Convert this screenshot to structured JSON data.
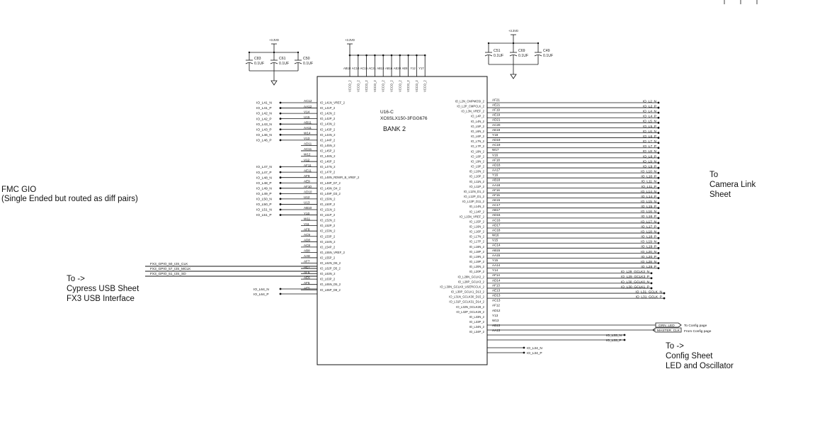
{
  "chip": {
    "refdes": "U16-C",
    "part": "XC6SLX150-3FGG676",
    "bank": "BANK 2"
  },
  "vcco_pins": [
    "AB18",
    "AC10",
    "AC15",
    "AC21",
    "AB13",
    "AB16",
    "AE20",
    "AE8",
    "Y12",
    "Y17"
  ],
  "vcco_names": [
    "VCCO_2",
    "VCCO_2",
    "VCCO_2",
    "VCCO_2",
    "VCCO_2",
    "VCCO_2",
    "VCCO_2",
    "VCCO_2",
    "VCCO_2",
    "VCCO_2"
  ],
  "vcco_rail": "+3.3VD",
  "caps_left": {
    "rail": "+3.3VD",
    "items": [
      {
        "ref": "C83",
        "val": "0.1UF"
      },
      {
        "ref": "C61",
        "val": "0.1UF"
      },
      {
        "ref": "C50",
        "val": "0.1UF"
      }
    ]
  },
  "caps_right": {
    "rail": "+3.3VD",
    "items": [
      {
        "ref": "C51",
        "val": "0.1UF"
      },
      {
        "ref": "C69",
        "val": "0.1UF"
      },
      {
        "ref": "C49",
        "val": "0.1UF"
      }
    ]
  },
  "left_nets": [
    "IO_L41_N",
    "IO_L41_P",
    "IO_L42_N",
    "IO_L42_P",
    "IO_L43_N",
    "IO_L43_P",
    "IO_L46_N",
    "IO_L46_P",
    "IO_L47_N",
    "IO_L47_P",
    "IO_L48_N",
    "IO_L48_P",
    "IO_L49_N",
    "IO_L49_P",
    "IO_L50_N",
    "IO_L50_P",
    "IO_L51_N",
    "IO_L51_P"
  ],
  "left_pins": [
    "AC12",
    "AA12",
    "V14",
    "U15",
    "AB11",
    "AA11",
    "W14",
    "V13",
    "AD11",
    "AC11",
    "W12",
    "V12",
    "AF11",
    "AE11",
    "AF9",
    "AE9",
    "AF10",
    "AD10",
    "U12",
    "U13",
    "AB10",
    "Y10",
    "W11",
    "V11",
    "AF8",
    "AC9",
    "AD8",
    "AC8",
    "AB8",
    "AA8",
    "AF7",
    "AE7",
    "AF6",
    "AE6",
    "AF5",
    "AE5"
  ],
  "left_funcs": [
    "IO_L41N_VREF_2",
    "IO_L41P_2",
    "IO_L42N_2",
    "IO_L42P_2",
    "IO_L43N_2",
    "IO_L43P_2",
    "IO_L44N_2",
    "IO_L44P_2",
    "IO_L45N_2",
    "IO_L45P_2",
    "IO_L46N_2",
    "IO_L46P_2",
    "IO_L47N_2",
    "IO_L47P_2",
    "IO_L48N_RDWR_B_VREF_2",
    "IO_L48P_D7_2",
    "IO_L49N_D4_2",
    "IO_L49P_D3_2",
    "IO_L50N_2",
    "IO_L50P_2",
    "IO_L51N_2",
    "IO_L51P_2",
    "IO_L52N_2",
    "IO_L52P_2",
    "IO_L53N_2",
    "IO_L53P_2",
    "IO_L54N_2",
    "IO_L54P_2",
    "IO_L55N_VREF_2",
    "IO_L55P_2",
    "IO_L62N_D6_2",
    "IO_L62P_D5_2",
    "IO_L63N_2",
    "IO_L63P_2",
    "IO_L65N_D5_2",
    "IO_L65P_D8_2"
  ],
  "gpio_nets": [
    "FX3_GPIO_50_I2S_CLK",
    "FX3_GPIO_57_I2S_MCLK",
    "FX3_GPIO_51_I2S_SD"
  ],
  "extra_left_nets": [
    "IO_L64_N",
    "IO_L64_P"
  ],
  "right_pins": [
    "AF21",
    "AE21",
    "AF19",
    "AE19",
    "AD21",
    "AC20",
    "AE19",
    "Y18",
    "AD19",
    "AC19",
    "W17",
    "V16",
    "AF18",
    "AD18",
    "AA17",
    "Y16",
    "AB18",
    "AA18",
    "AF16",
    "AF15",
    "AE15",
    "AC17",
    "AB17",
    "AD16",
    "AC16",
    "AD17",
    "AC18",
    "W16",
    "V15",
    "AC14",
    "AB15",
    "AA15",
    "Y15",
    "AA14",
    "Y14",
    "AF14",
    "AD14",
    "AF13",
    "AE13",
    "AD13",
    "AC13",
    "AF12",
    "AD12",
    "Y13",
    "W13",
    "AB13",
    "AA13"
  ],
  "right_funcs": [
    "IO_L2N_CMPMOSI_2",
    "IO_L2P_CMPCLK_2",
    "IO_L3N_VREF_2",
    "IO_L4P_2",
    "IO_L4N_2",
    "IO_L5P_2",
    "IO_L6N_2",
    "IO_L6P_2",
    "IO_L7N_2",
    "IO_L7P_2",
    "IO_L8N_2",
    "IO_L8P_2",
    "IO_L9N_2",
    "IO_L9P_2",
    "IO_L10N_2",
    "IO_L10P_2",
    "IO_L11N_2",
    "IO_L11P_2",
    "IO_L12N_D1_2",
    "IO_L12P_D1_2",
    "IO_L13P_D11_2",
    "IO_L14N_2",
    "IO_L14P_2",
    "IO_L15N_VREF_2",
    "IO_L15P_2",
    "IO_L16N_2",
    "IO_L16P_2",
    "IO_L17N_2",
    "IO_L17P_2",
    "IO_L18N_2",
    "IO_L18P_2",
    "IO_L19N_2",
    "IO_L19P_2",
    "IO_L20N_2",
    "IO_L20P_2",
    "IO_L28N_GCLK2_2",
    "IO_L28P_GCLK3_2",
    "IO_L30N_GCLK0_USERCCLK_2",
    "IO_L30P_GCLK1_D13_2",
    "IO_L31N_GCLK30_D15_2",
    "IO_L31P_GCLK31_D14_2",
    "IO_L32N_GCLK28_2",
    "IO_L32P_GCLK29_2",
    "IO_L33N_2",
    "IO_L33P_2",
    "IO_L34N_2",
    "IO_L34P_2"
  ],
  "right_nets": [
    "IO_L2_N",
    "IO_L2_P",
    "IO_L4_N",
    "IO_L4_P",
    "IO_L5_N",
    "IO_L5_P",
    "IO_L6_N",
    "IO_L6_P",
    "IO_L7_N",
    "IO_L7_P",
    "IO_L8_N",
    "IO_L8_P",
    "IO_L9_N",
    "IO_L9_P",
    "IO_L10_N",
    "IO_L10_P",
    "IO_L11_N",
    "IO_L11_P",
    "IO_L14_N",
    "IO_L14_P",
    "IO_L15_N",
    "IO_L15_P",
    "IO_L16_N",
    "IO_L16_P",
    "IO_L17_N",
    "IO_L17_P",
    "IO_L18_N",
    "IO_L18_P",
    "IO_L19_N",
    "IO_L19_P",
    "IO_L20_N",
    "IO_L20_P",
    "IO_L28_N",
    "IO_L28_P",
    "IO_L29_GCLK3_N",
    "IO_L29_GCLK3_P",
    "IO_L30_GCLK0_N",
    "IO_L30_GCLK1_P",
    "IO_L31_GCLK_N",
    "IO_L31_GCLK_P"
  ],
  "offpage": [
    {
      "net": "GRN_LED",
      "note": "To Config page"
    },
    {
      "net": "MASTER_CLK",
      "note": "From Config page"
    }
  ],
  "bottom_nets": [
    "IO_L33_N",
    "IO_L33_P",
    "IO_L34_N",
    "IO_L34_P"
  ],
  "annotations": {
    "fmc_line1": "FMC GIO",
    "fmc_line2": "(Single Ended but routed as diff pairs)",
    "cypress_line1": "To ->",
    "cypress_line2": "Cypress USB Sheet",
    "cypress_line3": "FX3 USB Interface",
    "camera_line1": "To",
    "camera_line2": "Camera Link",
    "camera_line3": "Sheet",
    "config_line1": "To ->",
    "config_line2": "Config Sheet",
    "config_line3": "LED and Oscillator"
  }
}
